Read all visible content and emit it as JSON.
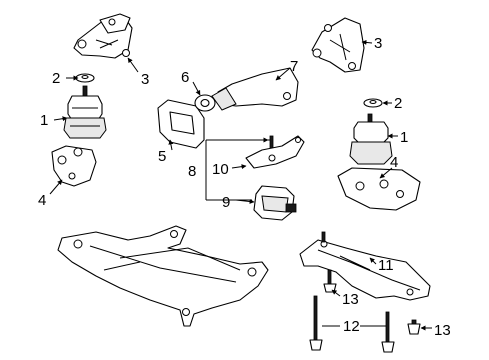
{
  "callouts": {
    "c1": "1",
    "c2": "2",
    "c3": "3",
    "c4": "4",
    "c5": "5",
    "c6": "6",
    "c7": "7",
    "c8": "8",
    "c9": "9",
    "c10": "10",
    "c11": "11",
    "c12": "12",
    "c13": "13"
  },
  "colors": {
    "line": "#000000",
    "background": "#ffffff",
    "shade": "#e8e8e8"
  }
}
